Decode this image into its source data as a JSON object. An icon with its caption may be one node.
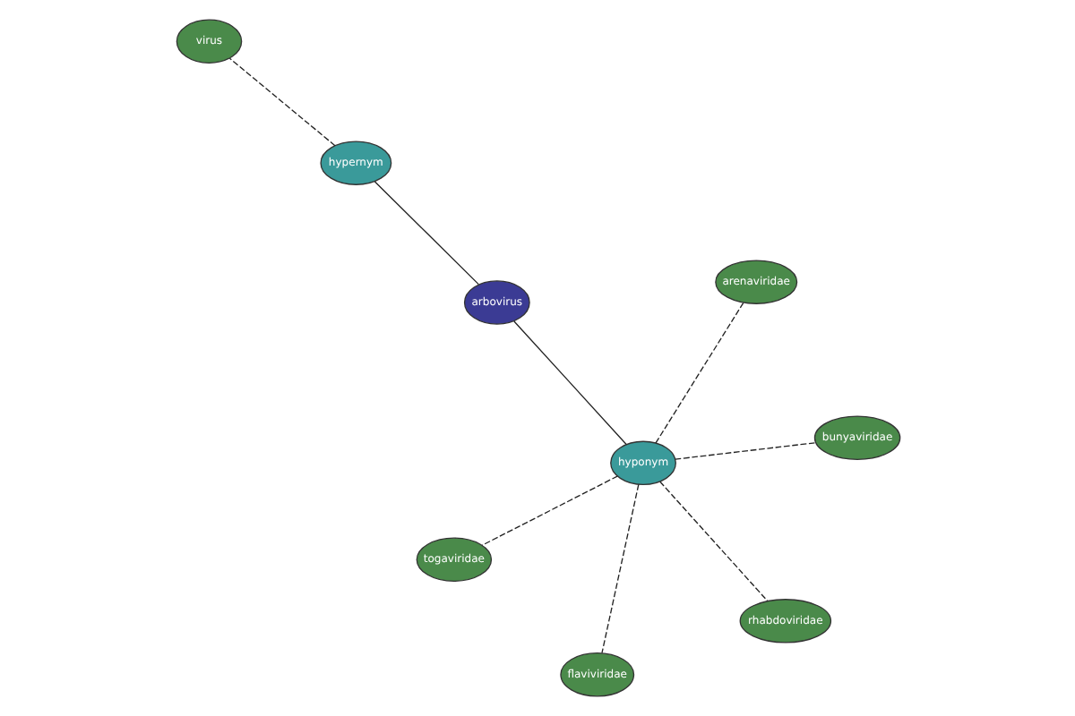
{
  "diagram": {
    "nodes": [
      {
        "text": [
          "arbovirus"
        ]
      },
      {
        "text": [
          "hypernym"
        ]
      },
      {
        "text": [
          "hyponym"
        ]
      },
      {
        "text": [
          "virus"
        ]
      },
      {
        "text": [
          "flaviviridae"
        ]
      },
      {
        "text": [
          "bunyaviridae"
        ]
      },
      {
        "text": [
          "arenaviridae"
        ]
      },
      {
        "text": [
          "togaviridae"
        ]
      },
      {
        "text": [
          "rhabdoviridae"
        ]
      }
    ],
    "edges": [
      {
        "from": 0,
        "to": 1,
        "arrow": "none"
      },
      {
        "from": 0,
        "to": 2,
        "arrow": "none"
      },
      {
        "from": 1,
        "to": 3,
        "arrow": "none",
        "style": "dashed"
      },
      {
        "from": 2,
        "to": 4,
        "arrow": "none",
        "style": "dashed"
      },
      {
        "from": 2,
        "to": 5,
        "arrow": "none",
        "style": "dashed"
      },
      {
        "from": 2,
        "to": 6,
        "arrow": "none",
        "style": "dashed"
      },
      {
        "from": 2,
        "to": 7,
        "arrow": "none",
        "style": "dashed"
      },
      {
        "from": 2,
        "to": 8,
        "arrow": "none",
        "style": "dashed"
      }
    ]
  }
}
